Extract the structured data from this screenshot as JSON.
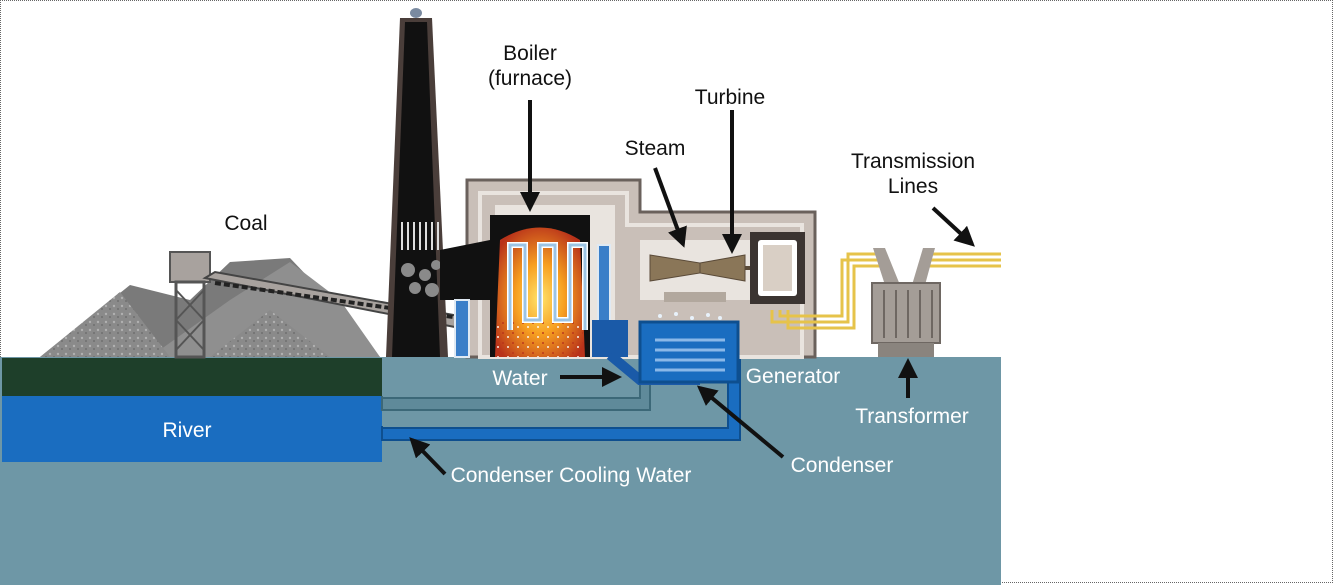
{
  "labels": {
    "boiler_line1": "Boiler",
    "boiler_line2": "(furnace)",
    "turbine": "Turbine",
    "steam": "Steam",
    "transmission_line1": "Transmission",
    "transmission_line2": "Lines",
    "coal": "Coal",
    "water": "Water",
    "generator": "Generator",
    "transformer": "Transformer",
    "river": "River",
    "condenser": "Condenser",
    "condenser_cooling_water": "Condenser Cooling Water"
  },
  "colors": {
    "ground": "#6e97a6",
    "river": "#1a6dc0",
    "grass": "#1e3f2a",
    "building": "#c9bfb8",
    "stack": "#4a3e3a",
    "wire": "#e6c34a"
  }
}
